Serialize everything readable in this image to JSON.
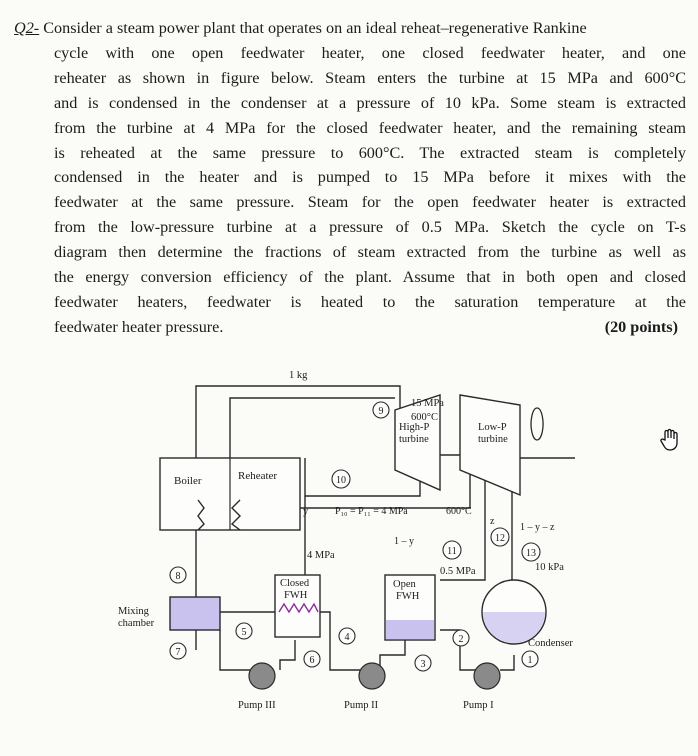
{
  "problem": {
    "number": "Q2-",
    "lines": [
      "Consider a steam power plant that operates on an ideal reheat–regenerative Rankine",
      "cycle with one open feedwater heater, one closed feedwater heater, and one",
      "reheater as shown in figure below. Steam enters the turbine at 15 MPa and 600°C",
      "and is condensed in the condenser at a pressure of 10 kPa. Some steam is extracted",
      "from the turbine at 4 MPa for the closed feedwater heater, and the remaining steam",
      "is reheated at the same pressure to 600°C. The extracted steam is completely",
      "condensed in the heater and is pumped to 15 MPa before it mixes with the",
      "feedwater at the same pressure. Steam for the open feedwater heater is extracted",
      "from the low-pressure turbine at a pressure of 0.5 MPa. Sketch the cycle on T-s",
      "diagram then determine the fractions of steam extracted from the turbine as well as",
      "the energy conversion efficiency of the plant. Assume that in both open and closed",
      "feedwater heaters, feedwater is heated to the saturation temperature at the"
    ],
    "last_line": "feedwater heater pressure.",
    "points": "(20 points)"
  },
  "diagram": {
    "mass_label": "1 kg",
    "inlet_pressure": "15 MPa",
    "inlet_temperature": "600°C",
    "hp_turbine": [
      "High-P",
      "turbine"
    ],
    "lp_turbine": [
      "Low-P",
      "turbine"
    ],
    "boiler": "Boiler",
    "reheater": "Reheater",
    "reheat_pressure_eq": "P₁₀ = P₁₁ = 4 MPa",
    "reheat_temperature": "600°C",
    "frac_y": "y",
    "frac_z": "z",
    "frac_one_minus_y": "1 – y",
    "frac_lp_exit": "1 – y – z",
    "closed_fwh_pressure": "4 MPa",
    "open_fwh_pressure": "0.5 MPa",
    "condenser_pressure": "10 kPa",
    "closed_fwh": [
      "Closed",
      "FWH"
    ],
    "open_fwh": [
      "Open",
      "FWH"
    ],
    "mixing_chamber": [
      "Mixing",
      "chamber"
    ],
    "condenser": "Condenser",
    "pump_3": "Pump III",
    "pump_2": "Pump II",
    "pump_1": "Pump I",
    "states": [
      "1",
      "2",
      "3",
      "4",
      "5",
      "6",
      "7",
      "8",
      "9",
      "10",
      "11",
      "12",
      "13"
    ]
  },
  "colors": {
    "line": "#2a2a2a",
    "accent_pipe": "#6f5fd6",
    "fwh_fill": "#c9c2ee",
    "condenser_fill": "#d7d2f2",
    "pump_fill": "#8a8a8a"
  }
}
